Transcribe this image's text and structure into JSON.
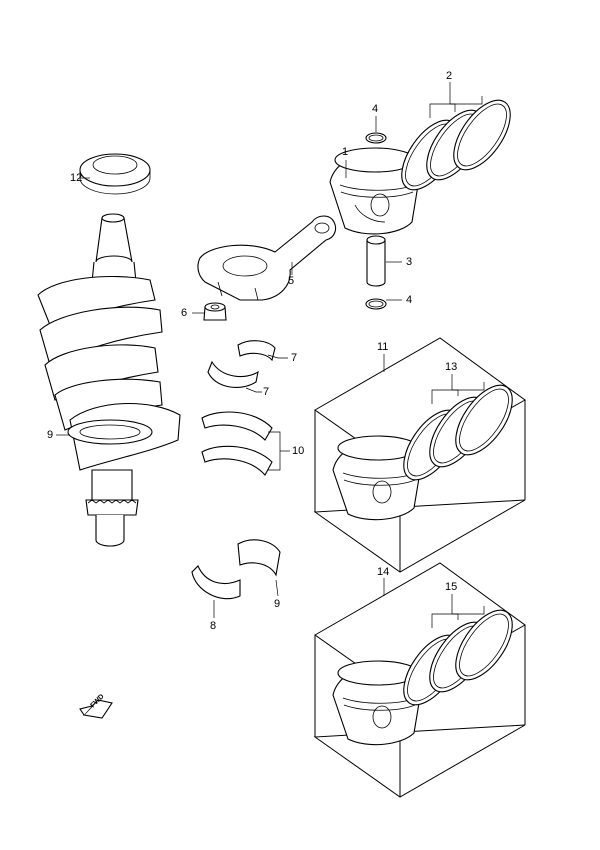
{
  "callouts": [
    {
      "id": "c1",
      "text": "1"
    },
    {
      "id": "c2",
      "text": "2"
    },
    {
      "id": "c3",
      "text": "3"
    },
    {
      "id": "c4a",
      "text": "4"
    },
    {
      "id": "c4b",
      "text": "4"
    },
    {
      "id": "c5",
      "text": "5"
    },
    {
      "id": "c6",
      "text": "6"
    },
    {
      "id": "c7a",
      "text": "7"
    },
    {
      "id": "c7b",
      "text": "7"
    },
    {
      "id": "c8",
      "text": "8"
    },
    {
      "id": "c9a",
      "text": "9"
    },
    {
      "id": "c9b",
      "text": "9"
    },
    {
      "id": "c10",
      "text": "10"
    },
    {
      "id": "c11",
      "text": "11"
    },
    {
      "id": "c12",
      "text": "12"
    },
    {
      "id": "c13",
      "text": "13"
    },
    {
      "id": "c14",
      "text": "14"
    },
    {
      "id": "c15",
      "text": "15"
    }
  ],
  "direction_badge": "FWD"
}
